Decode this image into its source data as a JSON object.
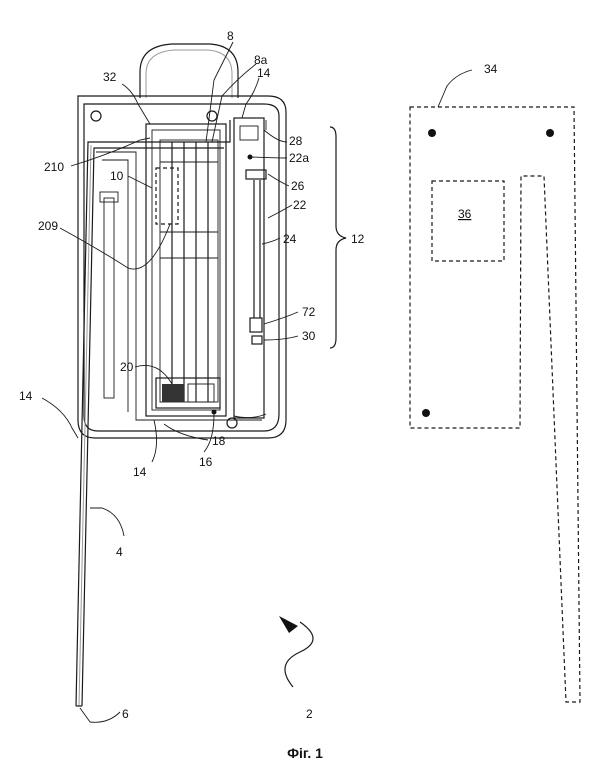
{
  "caption": "Фіг. 1",
  "labels": {
    "l8": "8",
    "l8a": "8a",
    "l14_top": "14",
    "l32": "32",
    "l34": "34",
    "l28": "28",
    "l22a": "22a",
    "l210": "210",
    "l10": "10",
    "l26": "26",
    "l22": "22",
    "l209": "209",
    "l24": "24",
    "l12": "12",
    "l36": "36",
    "l72": "72",
    "l30": "30",
    "l20": "20",
    "l14_left": "14",
    "l18": "18",
    "l16": "16",
    "l14_bottom": "14",
    "l4": "4",
    "l6": "6",
    "l2": "2"
  }
}
